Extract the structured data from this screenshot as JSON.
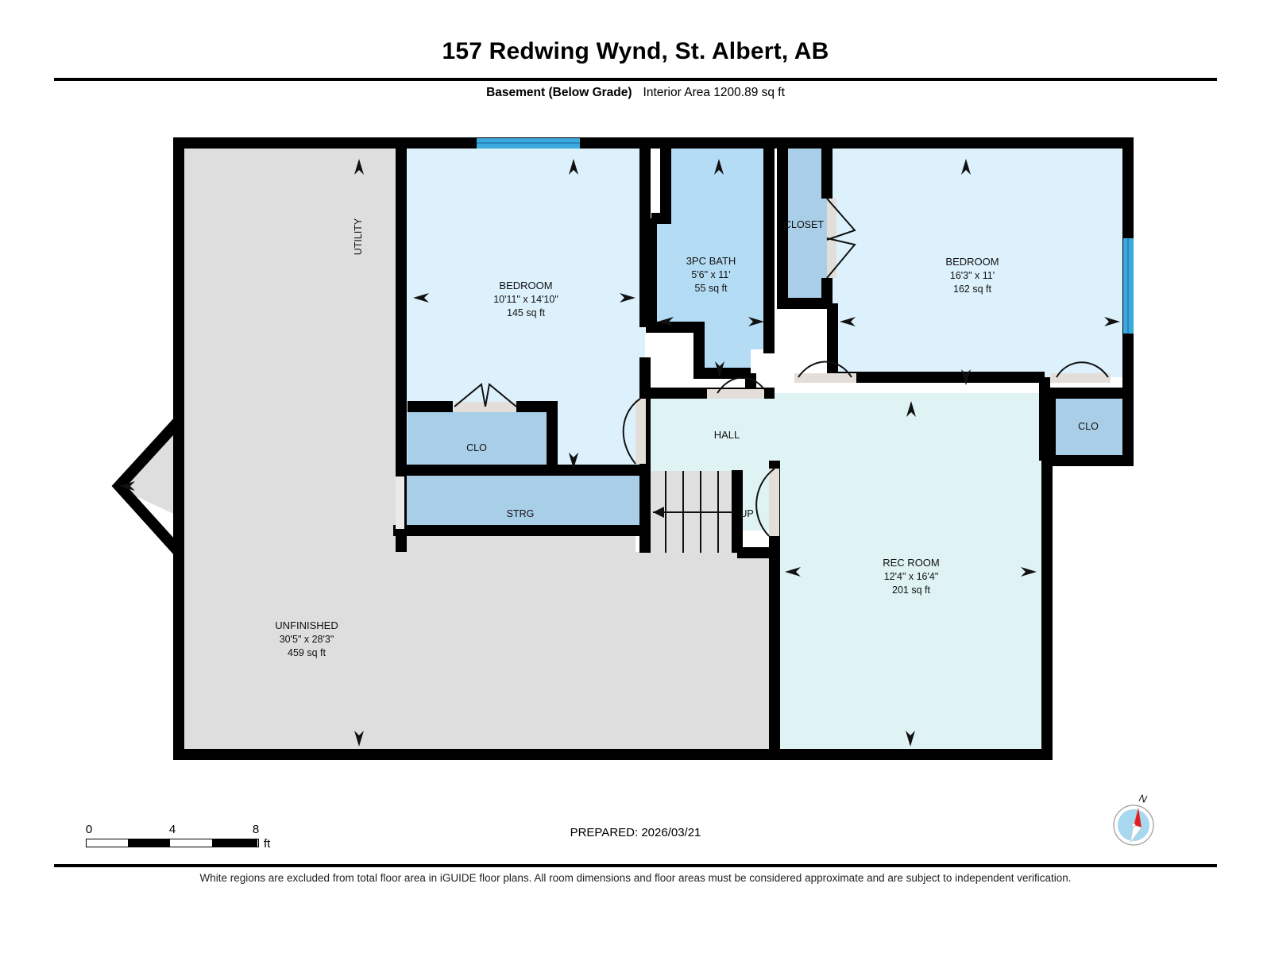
{
  "header": {
    "title": "157 Redwing Wynd, St. Albert, AB",
    "level_label": "Basement (Below Grade)",
    "area_label": "Interior Area 1200.89 sq ft"
  },
  "footer": {
    "scale": {
      "ticks": [
        "0",
        "4",
        "8"
      ],
      "unit": "ft"
    },
    "prepared": "PREPARED: 2026/03/21",
    "compass_north": "N",
    "disclaimer": "White regions are excluded from total floor area in iGUIDE floor plans. All room dimensions and floor areas must be considered approximate and are subject to independent verification."
  },
  "colors": {
    "wall": "#000000",
    "living_fill": "#e2f5fb",
    "bedroom_fill": "#ddf1fc",
    "secondary_fill": "#a9cee8",
    "unfinished_fill": "#dededf",
    "window": "#3ba9dd",
    "door_fill": "#e3ded9",
    "stair_fill": "#e0e0e0",
    "compass_disc": "#a8d8ef",
    "compass_needle": "#e02020"
  },
  "rooms": [
    {
      "id": "utility",
      "name": "UTILITY",
      "dimensions": "",
      "area": "",
      "rotated": true
    },
    {
      "id": "bedroom-left",
      "name": "BEDROOM",
      "dimensions": "10'11\" x 14'10\"",
      "area": "145 sq ft"
    },
    {
      "id": "bath",
      "name": "3PC BATH",
      "dimensions": "5'6\" x 11'",
      "area": "55 sq ft"
    },
    {
      "id": "closet-main",
      "name": "CLOSET",
      "dimensions": "",
      "area": ""
    },
    {
      "id": "bedroom-right",
      "name": "BEDROOM",
      "dimensions": "16'3\" x 11'",
      "area": "162 sq ft"
    },
    {
      "id": "clo-left",
      "name": "CLO",
      "dimensions": "",
      "area": ""
    },
    {
      "id": "clo-right",
      "name": "CLO",
      "dimensions": "",
      "area": ""
    },
    {
      "id": "hall",
      "name": "HALL",
      "dimensions": "",
      "area": ""
    },
    {
      "id": "storage",
      "name": "STRG",
      "dimensions": "",
      "area": ""
    },
    {
      "id": "stairs",
      "name": "UP",
      "dimensions": "",
      "area": ""
    },
    {
      "id": "rec-room",
      "name": "REC ROOM",
      "dimensions": "12'4\" x 16'4\"",
      "area": "201 sq ft"
    },
    {
      "id": "unfinished",
      "name": "UNFINISHED",
      "dimensions": "30'5\" x 28'3\"",
      "area": "459 sq ft"
    }
  ]
}
